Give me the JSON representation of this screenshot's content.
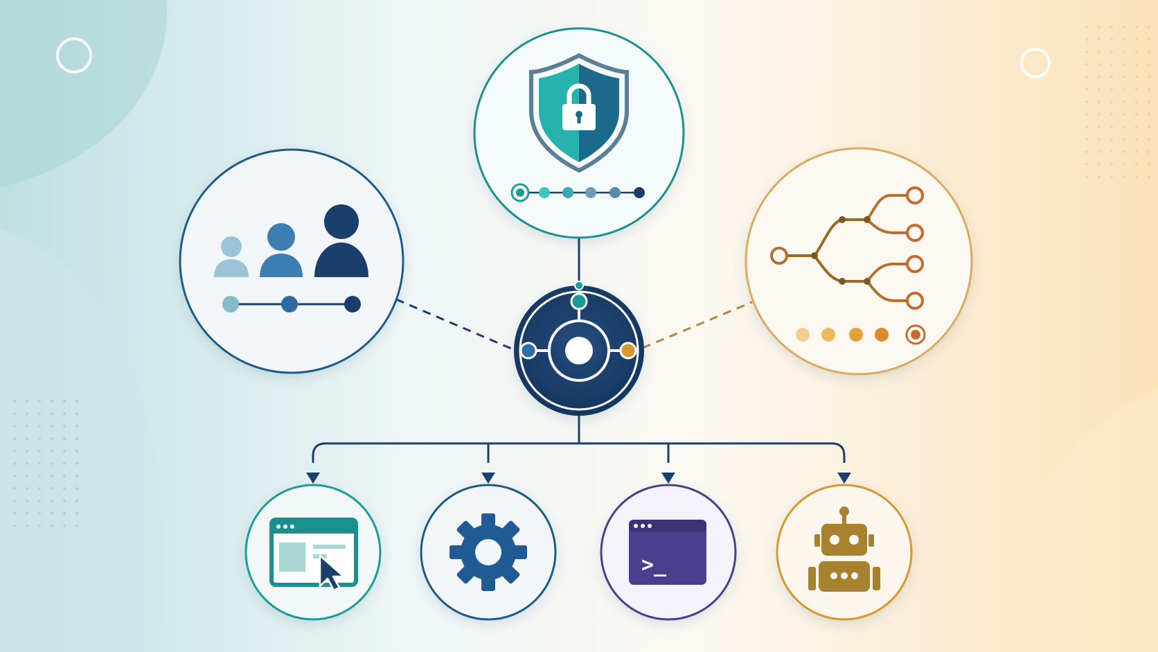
{
  "palette": {
    "navy": "#1b3f6b",
    "teal": "#1a9c99",
    "teal_light": "#3fbfbb",
    "blue": "#2f6fa5",
    "purple": "#463f8c",
    "amber": "#d8972d",
    "orange": "#c8682a",
    "gold": "#a8812e"
  },
  "diagram": {
    "hub": {
      "name": "central-hub",
      "icon": "target-icon"
    },
    "satellites": [
      {
        "name": "security-node",
        "icon": "shield-lock-icon",
        "progress_steps": 6
      },
      {
        "name": "users-node",
        "icon": "users-group-icon",
        "progress_steps": 3
      },
      {
        "name": "workflow-node",
        "icon": "branching-tree-icon",
        "progress_steps": 5
      }
    ],
    "children": [
      {
        "name": "browser-automation-node",
        "icon": "browser-cursor-icon"
      },
      {
        "name": "settings-node",
        "icon": "gear-icon"
      },
      {
        "name": "terminal-node",
        "icon": "terminal-icon",
        "glyph": ">_"
      },
      {
        "name": "robot-agent-node",
        "icon": "robot-icon"
      }
    ]
  }
}
